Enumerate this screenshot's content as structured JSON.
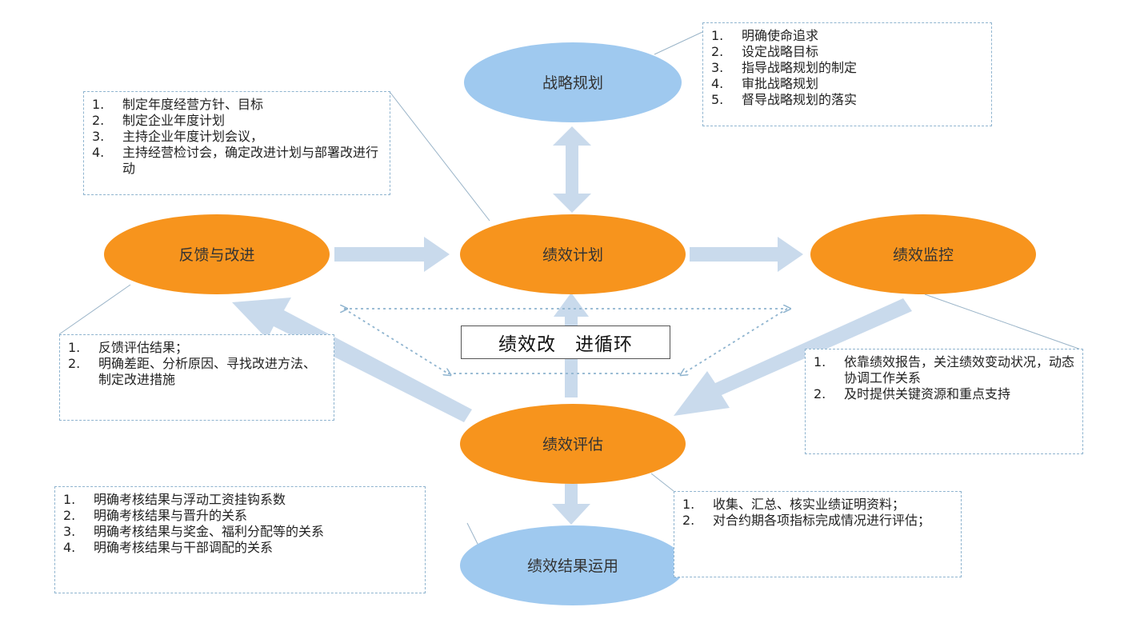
{
  "nodes": {
    "strategy": "战略规划",
    "feedback": "反馈与改进",
    "plan": "绩效计划",
    "monitor": "绩效监控",
    "evaluate": "绩效评估",
    "result": "绩效结果运用"
  },
  "cycle_label": "绩效改　进循环",
  "boxes": {
    "strategy": [
      {
        "n": "1.",
        "t": "明确使命追求"
      },
      {
        "n": "2.",
        "t": "设定战略目标"
      },
      {
        "n": "3.",
        "t": "指导战略规划的制定"
      },
      {
        "n": "4.",
        "t": "审批战略规划"
      },
      {
        "n": "5.",
        "t": "督导战略规划的落实"
      }
    ],
    "plan": [
      {
        "n": "1.",
        "t": "制定年度经营方针、目标"
      },
      {
        "n": "2.",
        "t": "制定企业年度计划"
      },
      {
        "n": "3.",
        "t": "主持企业年度计划会议，"
      },
      {
        "n": "4.",
        "t": "主持经营检讨会，确定改进计划与部署改进行动"
      }
    ],
    "feedback": [
      {
        "n": "1.",
        "t": "反馈评估结果；"
      },
      {
        "n": "2.",
        "t": "明确差距、分析原因、寻找改进方法、制定改进措施"
      }
    ],
    "monitor": [
      {
        "n": "1.",
        "t": "依靠绩效报告，关注绩效变动状况，动态协调工作关系"
      },
      {
        "n": "2.",
        "t": "及时提供关键资源和重点支持"
      }
    ],
    "result": [
      {
        "n": "1.",
        "t": "明确考核结果与浮动工资挂钩系数"
      },
      {
        "n": "2.",
        "t": "明确考核结果与晋升的关系"
      },
      {
        "n": "3.",
        "t": "明确考核结果与奖金、福利分配等的关系"
      },
      {
        "n": "4.",
        "t": "明确考核结果与干部调配的关系"
      }
    ],
    "evaluate": [
      {
        "n": "1.",
        "t": "收集、汇总、核实业绩证明资料；"
      },
      {
        "n": "2.",
        "t": "对合约期各项指标完成情况进行评估；"
      }
    ]
  },
  "colors": {
    "orange": "#f7941d",
    "blue": "#9fc9ef",
    "arrow": "#c9daec",
    "dashed": "#8fb4cf"
  }
}
